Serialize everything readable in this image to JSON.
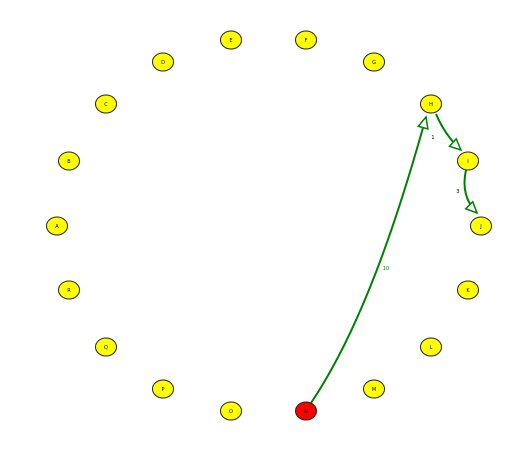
{
  "graph": {
    "node_fill": "#ffff00",
    "start_fill": "#ff0000",
    "edge_color": "#008000",
    "nodes": [
      {
        "id": "A",
        "label": "A"
      },
      {
        "id": "B",
        "label": "B"
      },
      {
        "id": "C",
        "label": "C"
      },
      {
        "id": "D",
        "label": "D"
      },
      {
        "id": "E",
        "label": "E"
      },
      {
        "id": "F",
        "label": "F"
      },
      {
        "id": "G",
        "label": "G"
      },
      {
        "id": "H",
        "label": "H"
      },
      {
        "id": "I",
        "label": "I"
      },
      {
        "id": "J",
        "label": "J"
      },
      {
        "id": "K",
        "label": "K"
      },
      {
        "id": "L",
        "label": "L"
      },
      {
        "id": "M",
        "label": "M"
      },
      {
        "id": "N",
        "label": "N"
      },
      {
        "id": "O",
        "label": "O"
      },
      {
        "id": "P",
        "label": "P"
      },
      {
        "id": "Q",
        "label": "Q"
      },
      {
        "id": "R",
        "label": "R"
      }
    ],
    "start_node": "N",
    "edges": [
      {
        "from": "N",
        "to": "H",
        "label": "10"
      },
      {
        "from": "H",
        "to": "I",
        "label": "1"
      },
      {
        "from": "I",
        "to": "J",
        "label": "3"
      }
    ]
  }
}
